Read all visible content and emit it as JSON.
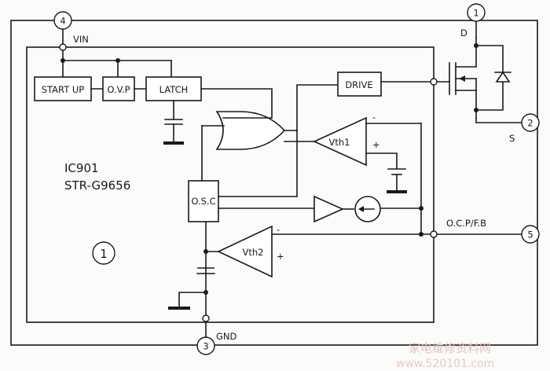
{
  "pins": {
    "p1": "1",
    "p2": "2",
    "p3": "3",
    "p4": "4",
    "p5": "5"
  },
  "labels": {
    "vin": "VIN",
    "gnd": "GND",
    "drain": "D",
    "source": "S",
    "ocp": "O.C.P/F.B",
    "ic_name": "IC901",
    "ic_model": "STR-G9656",
    "circled": "1"
  },
  "blocks": {
    "start_up": "START UP",
    "ovp": "O.V.P",
    "latch": "LATCH",
    "drive": "DRIVE",
    "osc": "O.S.C"
  },
  "comparators": {
    "vth1": "Vth1",
    "vth2": "Vth2",
    "minus": "-",
    "plus": "+"
  },
  "watermark": {
    "cn": "家电维修资料网",
    "url": "www.520101.com"
  }
}
